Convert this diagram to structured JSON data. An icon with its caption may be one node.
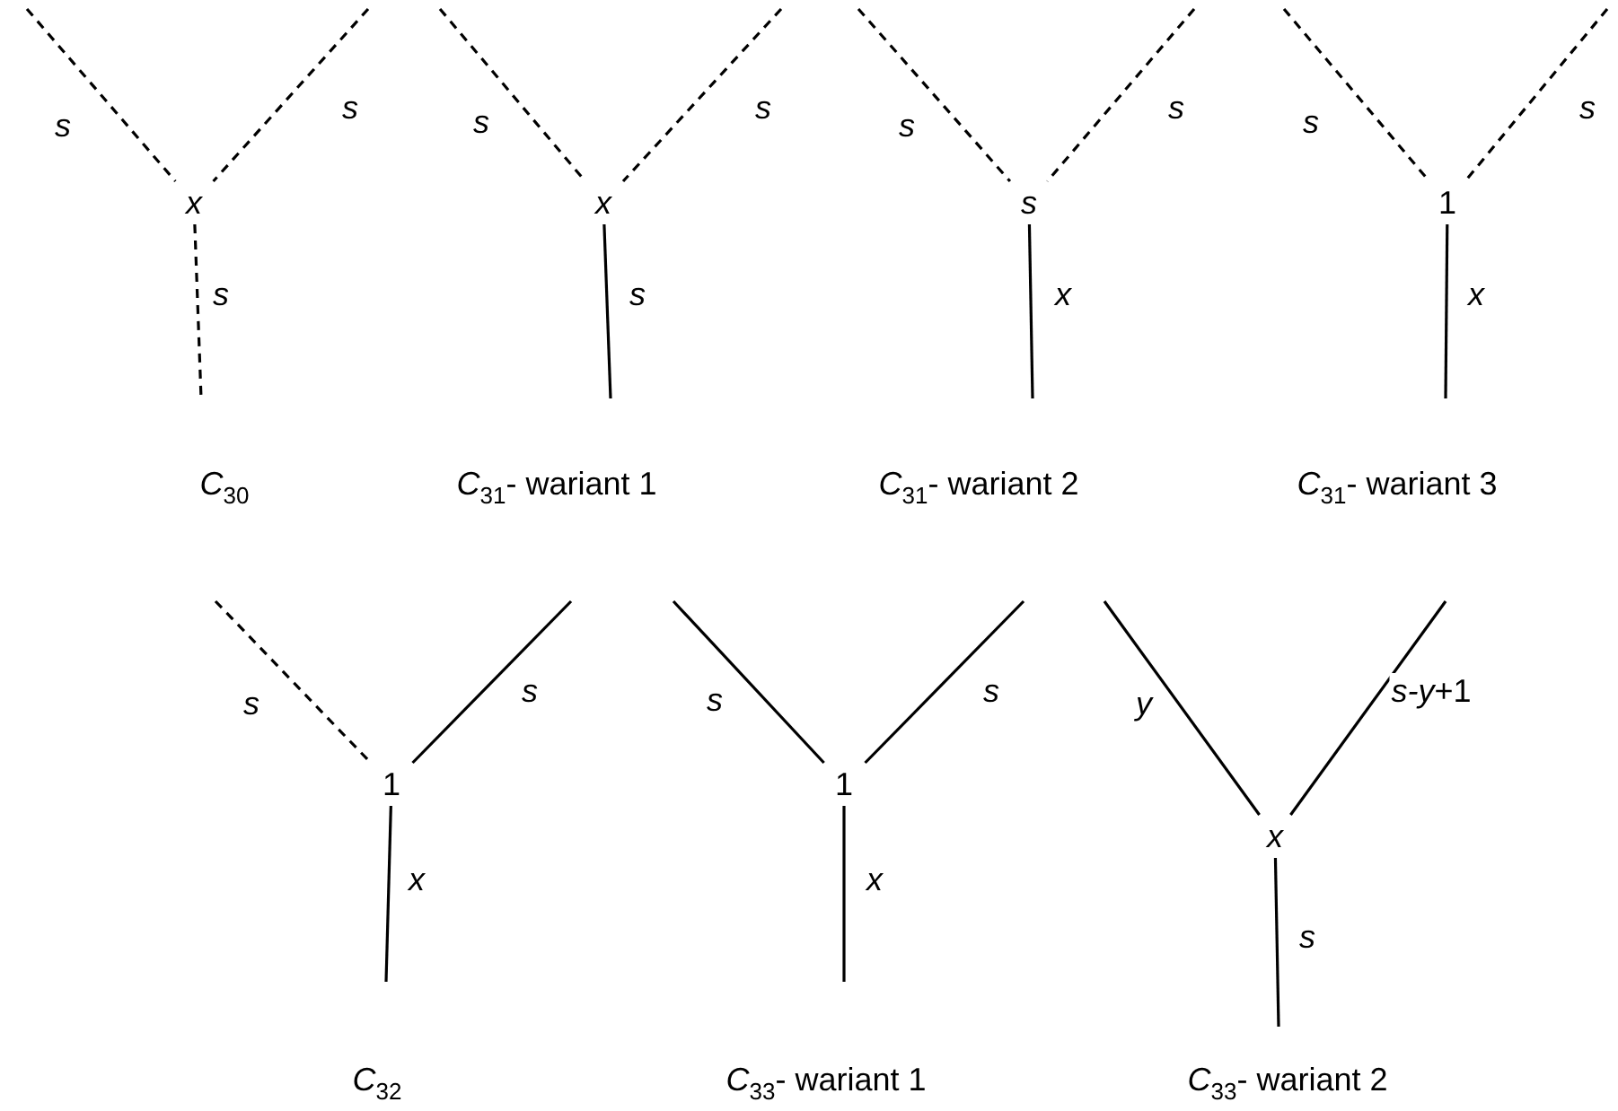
{
  "diagram": {
    "nodes": [
      {
        "text": [
          "*x*"
        ]
      },
      {
        "text": [
          "*x*"
        ]
      },
      {
        "text": [
          "*s*"
        ]
      },
      {
        "text": [
          "1"
        ]
      },
      {
        "text": [
          "1"
        ]
      },
      {
        "text": [
          "1"
        ]
      },
      {
        "text": [
          "*x*"
        ]
      }
    ],
    "edges": [
      {
        "from": null,
        "to": 0,
        "arrow": "none",
        "label": "*s*",
        "style": "dashed"
      },
      {
        "from": null,
        "to": 0,
        "arrow": "none",
        "label": "*s*",
        "style": "dashed"
      },
      {
        "from": 0,
        "to": null,
        "arrow": "none",
        "label": "*s*",
        "style": "dashed"
      },
      {
        "from": null,
        "to": 1,
        "arrow": "none",
        "label": "*s*",
        "style": "dashed"
      },
      {
        "from": null,
        "to": 1,
        "arrow": "none",
        "label": "*s*",
        "style": "dashed"
      },
      {
        "from": 1,
        "to": null,
        "arrow": "none",
        "label": "*s*"
      },
      {
        "from": null,
        "to": 2,
        "arrow": "none",
        "label": "*s*",
        "style": "dashed"
      },
      {
        "from": null,
        "to": 2,
        "arrow": "none",
        "label": "*s*",
        "style": "dashed"
      },
      {
        "from": 2,
        "to": null,
        "arrow": "none",
        "label": "*x*"
      },
      {
        "from": null,
        "to": 3,
        "arrow": "none",
        "label": "*s*",
        "style": "dashed"
      },
      {
        "from": null,
        "to": 3,
        "arrow": "none",
        "label": "*s*",
        "style": "dashed"
      },
      {
        "from": 3,
        "to": null,
        "arrow": "none",
        "label": "*x*"
      },
      {
        "from": null,
        "to": 4,
        "arrow": "none",
        "label": "*s*",
        "style": "dashed"
      },
      {
        "from": null,
        "to": 4,
        "arrow": "none",
        "label": "*s*"
      },
      {
        "from": 4,
        "to": null,
        "arrow": "none",
        "label": "*x*"
      },
      {
        "from": null,
        "to": 5,
        "arrow": "none",
        "label": "*s*"
      },
      {
        "from": null,
        "to": 5,
        "arrow": "none",
        "label": "*s*"
      },
      {
        "from": 5,
        "to": null,
        "arrow": "none",
        "label": "*x*"
      },
      {
        "from": null,
        "to": 6,
        "arrow": "none",
        "label": "*y*"
      },
      {
        "from": null,
        "to": 6,
        "arrow": "none",
        "label": "*s-y*+1"
      },
      {
        "from": 6,
        "to": null,
        "arrow": "none",
        "label": "*s*"
      }
    ],
    "labels": [
      "*C*$_{30}$",
      "*C*$_{31}$- wariant 1",
      "*C*$_{31}$- wariant 2",
      "*C*$_{31}$- wariant 3",
      "*C*$_{32}$",
      "*C*$_{33}$- wariant 1",
      "*C*$_{33}$- wariant 2"
    ]
  }
}
